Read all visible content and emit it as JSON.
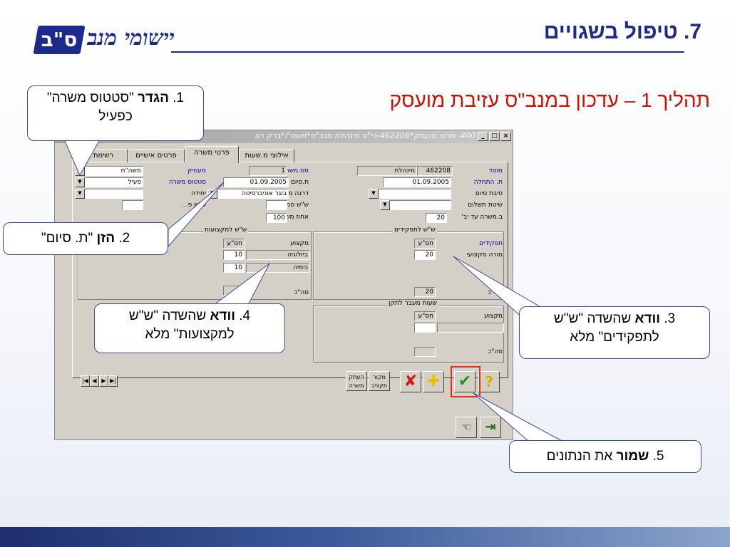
{
  "header": {
    "logo_mark": "ס\"ב",
    "logo_text": "יישומי מנב",
    "slide_title": "7. טיפול בשגויים",
    "subtitle": "תהליך 1 – עדכון במנב\"ס עזיבת מועסק"
  },
  "window": {
    "title": "400- פרטי מועסק*462208-בי\"ס מינהלת מנב\"ס*תשס\"ו*ברק רונ",
    "tabs": [
      "אילוצי מ.שעות",
      "פרטי משרה",
      "פרטים אישיים",
      "רשימת מ"
    ],
    "active_tab": "פרטי משרה",
    "right": {
      "mosad_label": "מוסד",
      "mosad_code": "462208",
      "mosad_name": "מינהלת",
      "start_label": "ת. התחלה",
      "start_value": "01.09.2005",
      "reason_label": "סיבת סיום",
      "payment_label": "שיטת תשלום",
      "until_label": "ב.משרה עד יב'",
      "until_value": "20",
      "roles_group": "ש\"ש לתפקידים",
      "roles_label": "תפקידים",
      "roles_col": "חס\"ע",
      "role_name": "מורה מקצועי",
      "role_value": "20",
      "roles_total_label": "סה\"כ",
      "roles_total": "20",
      "fix_group": "שעות מעבר לתקן",
      "fix_label": "מקצוע",
      "fix_col": "חס\"ע",
      "fix_total_label": "סה\"כ"
    },
    "middle": {
      "job_no_label": "מס.משרה",
      "job_no": "1",
      "end_label": "ת.סיום",
      "end_value": "01.09.2005",
      "rank_label": "דרגה מש\"הח",
      "rank_value": "בוגר אוניברסיטה",
      "seminar_label": "ש\"ש סמינר",
      "percent_label": "אחוז משרה",
      "percent_value": "100",
      "subjects_group": "ש\"ש למקצועות",
      "subj_label": "מקצוע",
      "subj_col": "חס\"ע",
      "subjects": [
        {
          "name": "ביולוגיה",
          "value": "10"
        },
        {
          "name": "כימיה",
          "value": "10"
        }
      ],
      "subj_total_label": "סה\"כ"
    },
    "left": {
      "employer_label": "מעסיק",
      "employer_value": "משה\"ח",
      "status_label": "סטטוס משרה",
      "status_value": "פעיל",
      "field3_label": "יחידה",
      "field4_label": "ש\"ש פ..."
    },
    "buttons": {
      "copy_job": "העתק משרה",
      "source_budget": "מקור תקציב"
    }
  },
  "callouts": {
    "c1_num": "1.",
    "c1_bold": "הגדר",
    "c1_rest": "\"סטטוס משרה\" כפעיל",
    "c2_num": "2.",
    "c2_bold": "הזן",
    "c2_rest": "\"ת. סיום\"",
    "c3_num": "3.",
    "c3_bold": "וודא",
    "c3_rest": "שהשדה \"ש\"ש לתפקידים\" מלא",
    "c4_num": "4.",
    "c4_bold": "וודא",
    "c4_rest": "שהשדה \"ש\"ש למקצועות\" מלא",
    "c5_num": "5.",
    "c5_bold": "שמור",
    "c5_rest": "את הנתונים"
  }
}
